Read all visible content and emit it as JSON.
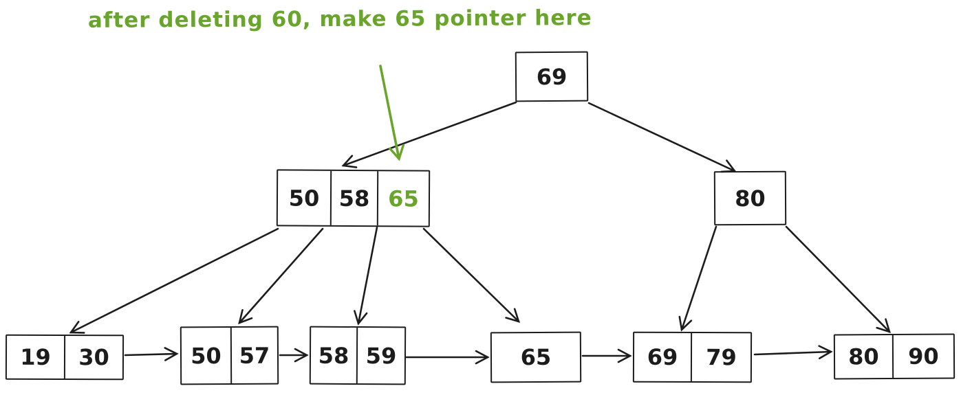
{
  "annotation": {
    "text": "after deleting 60, make 65 pointer here",
    "color": "#69a42b",
    "arrow_target": "cell 65 of internal node [50,58,65]"
  },
  "colors": {
    "ink": "#1c1c1c",
    "highlight_green": "#69a42b",
    "background": "#ffffff"
  },
  "nodes": {
    "root": {
      "keys": [
        "69"
      ]
    },
    "internal_left": {
      "keys": [
        "50",
        "58",
        "65"
      ],
      "highlighted_key": "65"
    },
    "internal_right": {
      "keys": [
        "80"
      ]
    },
    "leaf1": {
      "keys": [
        "19",
        "30"
      ]
    },
    "leaf2": {
      "keys": [
        "50",
        "57"
      ]
    },
    "leaf3": {
      "keys": [
        "58",
        "59"
      ]
    },
    "leaf4": {
      "keys": [
        "65"
      ]
    },
    "leaf5": {
      "keys": [
        "69",
        "79"
      ]
    },
    "leaf6": {
      "keys": [
        "80",
        "90"
      ]
    }
  },
  "edges": [
    {
      "from": "root",
      "to": "internal_left"
    },
    {
      "from": "root",
      "to": "internal_right"
    },
    {
      "from": "internal_left",
      "to": "leaf1"
    },
    {
      "from": "internal_left",
      "to": "leaf2"
    },
    {
      "from": "internal_left",
      "to": "leaf3"
    },
    {
      "from": "internal_left",
      "to": "leaf4"
    },
    {
      "from": "internal_right",
      "to": "leaf5"
    },
    {
      "from": "internal_right",
      "to": "leaf6"
    },
    {
      "from": "leaf1",
      "to": "leaf2",
      "type": "leaf-chain"
    },
    {
      "from": "leaf2",
      "to": "leaf3",
      "type": "leaf-chain"
    },
    {
      "from": "leaf3",
      "to": "leaf4",
      "type": "leaf-chain"
    },
    {
      "from": "leaf4",
      "to": "leaf5",
      "type": "leaf-chain"
    },
    {
      "from": "leaf5",
      "to": "leaf6",
      "type": "leaf-chain"
    }
  ]
}
